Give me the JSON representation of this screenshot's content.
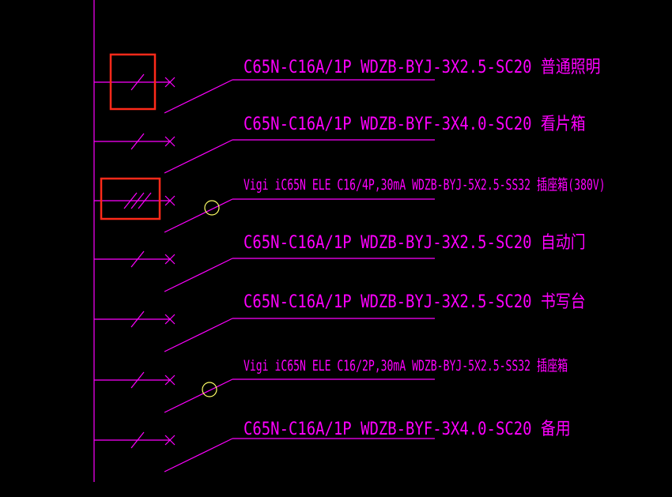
{
  "colors": {
    "background": "#000000",
    "line": "#ff00ff",
    "highlight_box": "#ff2a1a",
    "marker_circle": "#ffff66"
  },
  "circuits": [
    {
      "label": "C65N-C16A/1P WDZB-BYJ-3X2.5-SC20 普通照明",
      "poles": 1,
      "highlighted": true,
      "leakage_marker": false
    },
    {
      "label": "C65N-C16A/1P  WDZB-BYF-3X4.0-SC20 看片箱",
      "poles": 1,
      "highlighted": false,
      "leakage_marker": false
    },
    {
      "label": "Vigi iC65N ELE C16/4P,30mA WDZB-BYJ-5X2.5-SS32 插座箱(380V)",
      "poles": 3,
      "highlighted": true,
      "leakage_marker": true
    },
    {
      "label": "C65N-C16A/1P WDZB-BYJ-3X2.5-SC20 自动门",
      "poles": 1,
      "highlighted": false,
      "leakage_marker": false
    },
    {
      "label": "C65N-C16A/1P WDZB-BYJ-3X2.5-SC20 书写台",
      "poles": 1,
      "highlighted": false,
      "leakage_marker": false
    },
    {
      "label": "Vigi iC65N ELE C16/2P,30mA WDZB-BYJ-5X2.5-SS32 插座箱",
      "poles": 1,
      "highlighted": false,
      "leakage_marker": true
    },
    {
      "label": "C65N-C16A/1P WDZB-BYF-3X4.0-SC20 备用",
      "poles": 1,
      "highlighted": false,
      "leakage_marker": false
    }
  ]
}
